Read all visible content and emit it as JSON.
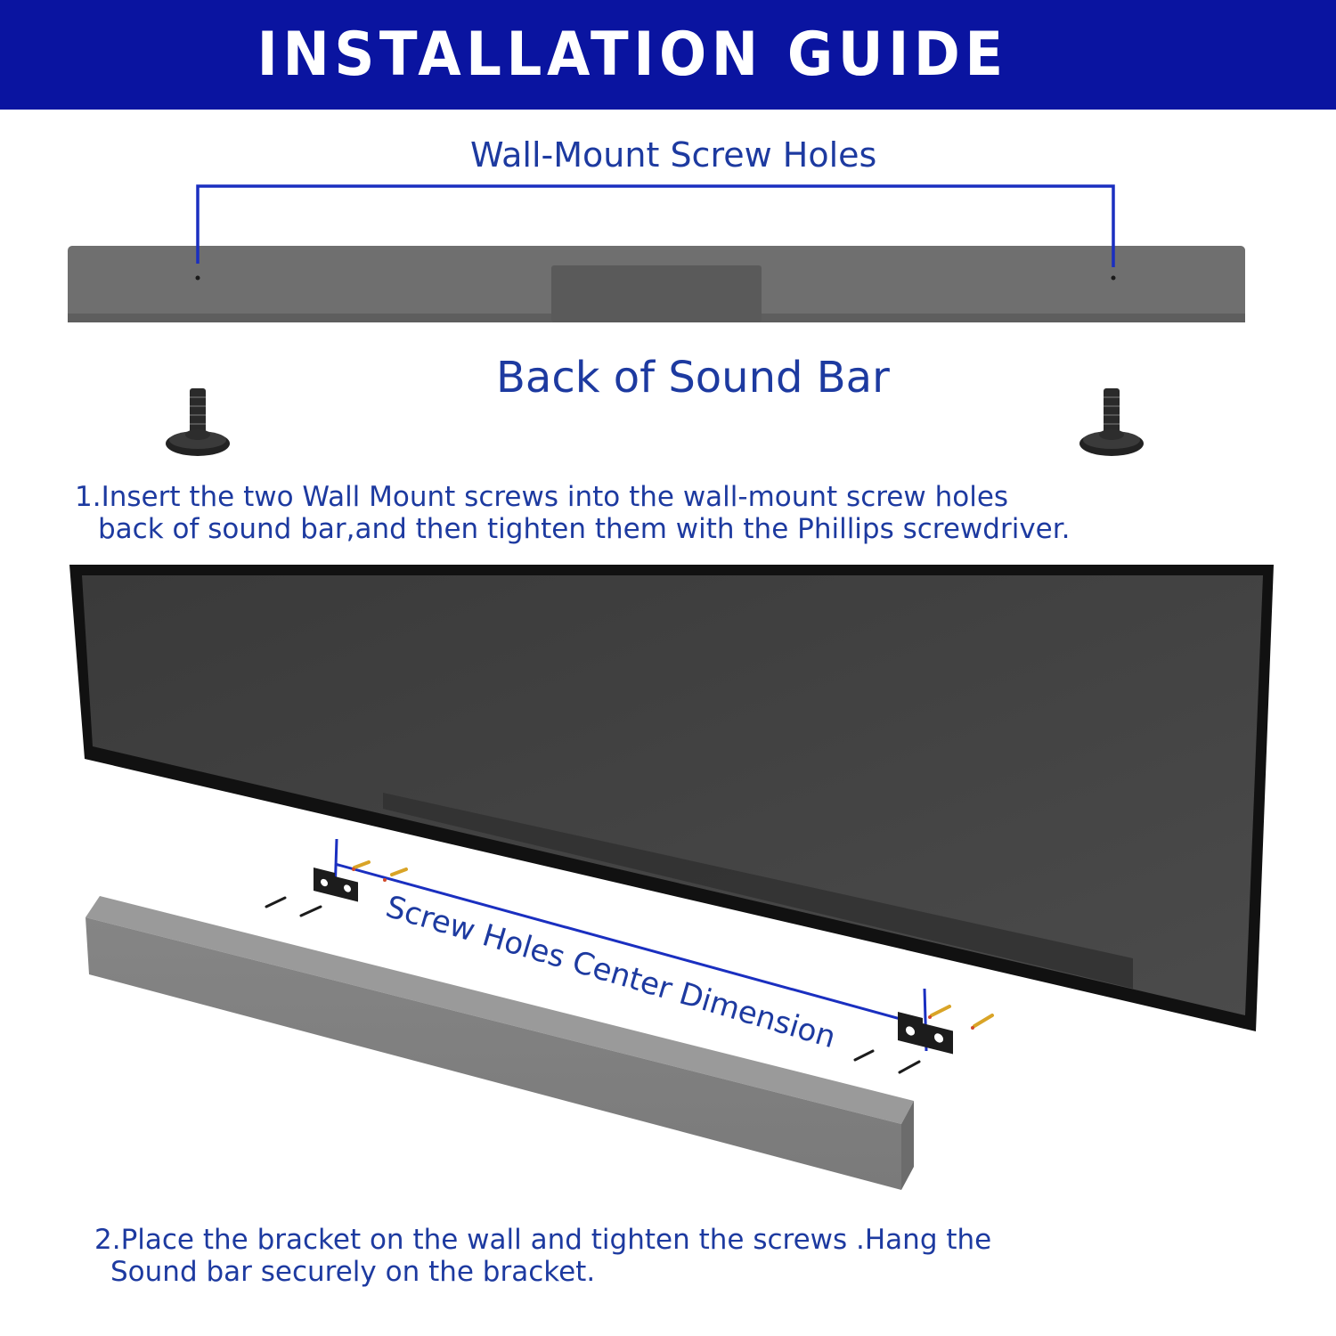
{
  "header": {
    "title": "INSTALLATION GUIDE"
  },
  "top_diagram": {
    "holes_label": "Wall-Mount Screw Holes",
    "back_label": "Back of Sound Bar"
  },
  "steps": {
    "step1_line1": "1.Insert the two Wall Mount screws into the wall-mount screw holes",
    "step1_line2": "back of sound bar,and then tighten them with the Phillips screwdriver.",
    "step2_line1": "2.Place the bracket on the wall and tighten the screws .Hang the",
    "step2_line2": "Sound bar securely on the bracket."
  },
  "bottom_diagram": {
    "dimension_label": "Screw Holes Center Dimension"
  },
  "colors": {
    "header_bg": "#0a14a0",
    "text_blue": "#1d3aa0",
    "line_blue": "#1a2fc0",
    "soundbar_gray": "#6e6e6e",
    "tv_black": "#1a1a1a"
  }
}
